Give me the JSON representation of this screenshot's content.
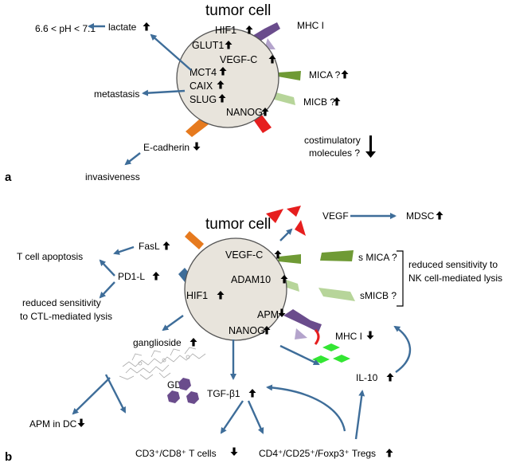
{
  "panel_a": {
    "panel_label": "a",
    "title": "tumor cell",
    "cell_labels": [
      "HIF1",
      "GLUT1",
      "VEGF-C",
      "MCT4",
      "CAIX",
      "SLUG",
      "NANOG"
    ],
    "ph": "6.6 < pH < 7.1",
    "lactate": "lactate",
    "metastasis": "metastasis",
    "mhc1": "MHC I",
    "mica": "MICA ?",
    "micb": "MICB ?",
    "costim_line1": "costimulatory",
    "costim_line2": "molecules ?",
    "ecadherin": "E-cadherin",
    "invasiveness": "invasiveness"
  },
  "panel_b": {
    "panel_label": "b",
    "title": "tumor cell",
    "cell_labels": [
      "VEGF-C",
      "ADAM10",
      "HIF1",
      "APM",
      "NANOG"
    ],
    "vegf": "VEGF",
    "mdsc": "MDSC",
    "fasl": "FasL",
    "pd1l": "PD1-L",
    "tcell_apoptosis": "T cell apoptosis",
    "reduced_ctl_line1": "reduced sensitivity",
    "reduced_ctl_line2": "to CTL-mediated lysis",
    "smica": "s MICA ?",
    "smicb": "sMICB ?",
    "reduced_nk_line1": "reduced sensitivity to",
    "reduced_nk_line2": "NK cell-mediated lysis",
    "mhc1": "MHC I",
    "il10": "IL-10",
    "ganglioside": "ganglioside",
    "gd3": "GD3",
    "tgfb1": "TGF-β1",
    "apm_dc": "APM in DC",
    "cd3cd8": "CD3⁺/CD8⁺ T cells",
    "tregs": "CD4⁺/CD25⁺/Foxp3⁺ Tregs"
  },
  "colors": {
    "arrow": "#3e6d99",
    "cell_fill": "#e8e4dc",
    "cell_stroke": "#555555",
    "mhc_purple": "#6a4c8c",
    "mhc_light": "#b4a4cc",
    "mica_green": "#6f9a35",
    "micb_green": "#b7d59a",
    "orange": "#e67a1e",
    "red": "#e61e1e",
    "pd1_blue": "#3e6d99",
    "il10_green": "#33e633",
    "tgf_purple": "#6a4c8c"
  }
}
